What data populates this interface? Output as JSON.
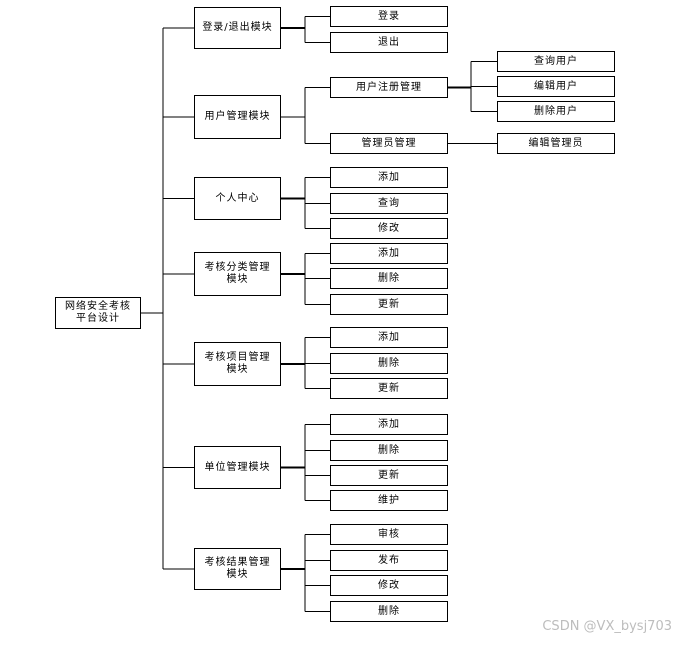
{
  "root": "网络安全考核\n平台设计",
  "modules": [
    {
      "label": "登录/退出模块",
      "children": [
        "登录",
        "退出"
      ]
    },
    {
      "label": "用户管理模块",
      "children": [
        "用户注册管理",
        "管理员管理"
      ],
      "sub": {
        "用户注册管理": [
          "查询用户",
          "编辑用户",
          "删除用户"
        ],
        "管理员管理": [
          "编辑管理员"
        ]
      }
    },
    {
      "label": "个人中心",
      "children": [
        "添加",
        "查询",
        "修改"
      ]
    },
    {
      "label": "考核分类管理\n模块",
      "children": [
        "添加",
        "删除",
        "更新"
      ]
    },
    {
      "label": "考核项目管理\n模块",
      "children": [
        "添加",
        "删除",
        "更新"
      ]
    },
    {
      "label": "单位管理模块",
      "children": [
        "添加",
        "删除",
        "更新",
        "维护"
      ]
    },
    {
      "label": "考核结果管理\n模块",
      "children": [
        "审核",
        "发布",
        "修改",
        "删除"
      ]
    }
  ],
  "watermark": "CSDN @VX_bysj703"
}
